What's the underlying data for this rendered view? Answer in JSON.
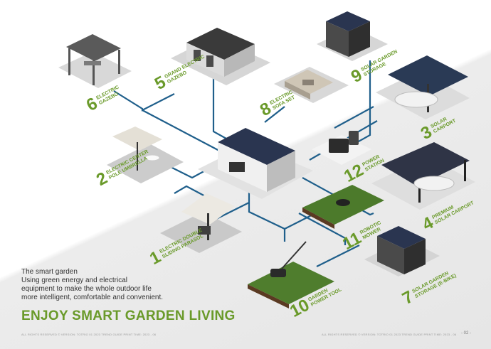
{
  "products": [
    {
      "number": "1",
      "name": "ELECTRIC DOUBLE\nSLIDING PARASOL"
    },
    {
      "number": "2",
      "name": "ELECTRIC CENTER\nPOLE UMBRELLA"
    },
    {
      "number": "3",
      "name": "SOLAR\nCARPORT"
    },
    {
      "number": "4",
      "name": "PREMIUM\nSOLAR CARPORT"
    },
    {
      "number": "5",
      "name": "GRAND ELECTRIC\nGAZEBO"
    },
    {
      "number": "6",
      "name": "ELECTRIC\nGAZEBO"
    },
    {
      "number": "7",
      "name": "SOLAR GARDEN\nSTORAGE (E-BIKE)"
    },
    {
      "number": "8",
      "name": "ELECTRIC\nSOFA SET"
    },
    {
      "number": "9",
      "name": "SOLAR GARDEN\nSTORAGE"
    },
    {
      "number": "10",
      "name": "GARDEN\nPOWER TOOL"
    },
    {
      "number": "11",
      "name": "ROBOTIC\nMOWER"
    },
    {
      "number": "12",
      "name": "POWER\nSTATION"
    }
  ],
  "intro": {
    "line1": "The smart garden",
    "line2": "Using green energy and electrical",
    "line3": "equipment to make the whole outdoor life",
    "line4": "more intelligent, comfortable and convenient."
  },
  "headline": "ENJOY SMART GARDEN LIVING",
  "footer_left": "ALL RIGHTS RESERVED © VERSION: TOTRIO 01 2023 TREND GUIDE PRINT TIME: 2023 - 06",
  "footer_right": "ALL RIGHTS RESERVED © VERSION: TOTRIO 01 2023 TREND GUIDE PRINT TIME: 2023 - 06",
  "page_number": "- 02 -",
  "colors": {
    "accent": "#6a9a2a",
    "connector": "#1f5f8b"
  }
}
